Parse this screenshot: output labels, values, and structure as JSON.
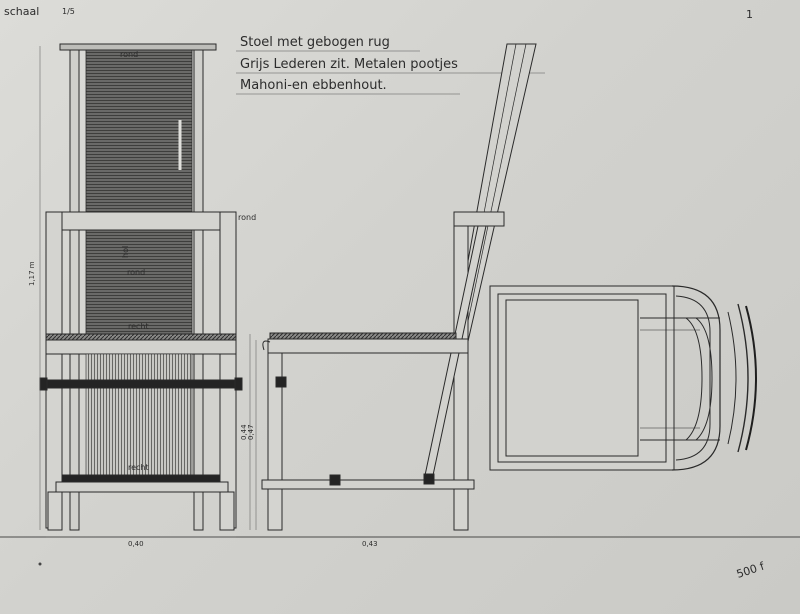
{
  "drawing": {
    "scale_label": "schaal",
    "scale_value": "1/5",
    "sheet_number": "1",
    "title_lines": [
      "Stoel met gebogen rug",
      "Grijs Lederen zit. Metalen pootjes",
      "Mahoni-en ebbenhout."
    ],
    "corner_mark": "500 f"
  },
  "front_view": {
    "label_top": "rond",
    "label_hol": "hol",
    "label_mid": "rond",
    "label_seat": "recht",
    "label_bottom": "recht",
    "height_dim": "1,17 m",
    "width_dim": "0,40"
  },
  "side_view": {
    "label_top": "rond",
    "height_dim_1": "0,44",
    "height_dim_2": "0,47",
    "depth_dim": "0,43"
  },
  "colors": {
    "ink": "#2a2a2a",
    "paper": "#d6d6d2",
    "upholstery": "#5a5a58"
  }
}
